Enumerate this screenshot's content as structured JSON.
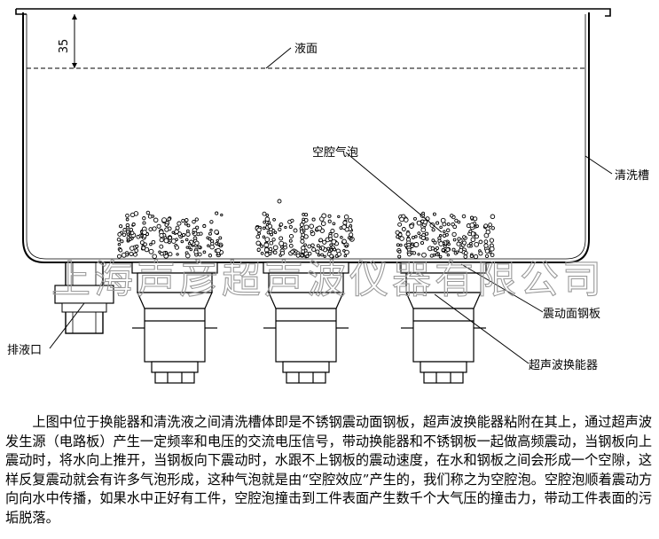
{
  "diagram": {
    "dimension": "35",
    "labels": {
      "liquid_surface": "液面",
      "cavitation_bubbles": "空腔气泡",
      "cleaning_tank": "清洗槽",
      "vibration_plate": "震动面钢板",
      "transducer": "超声波换能器",
      "drain": "排液口"
    },
    "watermark": "上海声彦超声波仪器有限公司"
  },
  "caption": "上图中位于换能器和清洗液之间清洗槽体即是不锈钢震动面钢板，超声波换能器粘附在其上，通过超声波发生源（电路板）产生一定频率和电压的交流电压信号，带动换能器和不锈钢板一起做高频震动，当钢板向上震动时，将水向上推开，当钢板向下震动时，水跟不上钢板的震动速度，在水和钢板之间会形成一个空隙，这样反复震动就会有许多气泡形成，这种气泡就是由“空腔效应”产生的，我们称之为空腔泡。空腔泡顺着震动方向向水中传播，如果水中正好有工件，空腔泡撞击到工件表面产生数千个大气压的撞击力，带动工件表面的污垢脱落。"
}
